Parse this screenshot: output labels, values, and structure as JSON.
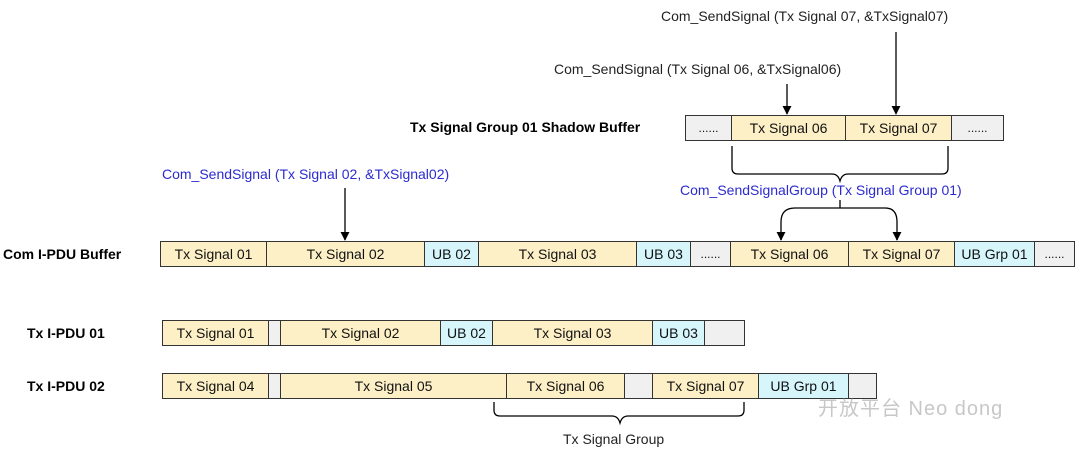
{
  "colors": {
    "signal_fill": "#fdf0c6",
    "ub_fill": "#d6f6fb",
    "filler_fill": "#f0f0f0",
    "api_text": "#2b2bd0",
    "line": "#000000"
  },
  "annotations": {
    "send_signal_07": "Com_SendSignal (Tx Signal 07, &TxSignal07)",
    "send_signal_06": "Com_SendSignal (Tx Signal 06, &TxSignal06)",
    "send_signal_02": "Com_SendSignal (Tx Signal 02, &TxSignal02)",
    "send_signal_group": "Com_SendSignalGroup (Tx Signal Group 01)",
    "tx_signal_group": "Tx Signal Group"
  },
  "rows": {
    "shadow": {
      "label": "Tx Signal Group 01 Shadow Buffer",
      "cells": [
        {
          "text": "......",
          "kind": "dots"
        },
        {
          "text": "Tx Signal 06",
          "kind": "sig"
        },
        {
          "text": "Tx Signal 07",
          "kind": "sig"
        },
        {
          "text": "......",
          "kind": "dots"
        }
      ]
    },
    "ipdu_buffer": {
      "label": "Com I-PDU Buffer",
      "cells": [
        {
          "text": "Tx Signal 01",
          "kind": "sig"
        },
        {
          "text": "Tx Signal 02",
          "kind": "sig"
        },
        {
          "text": "UB 02",
          "kind": "ub"
        },
        {
          "text": "Tx Signal 03",
          "kind": "sig"
        },
        {
          "text": "UB 03",
          "kind": "ub"
        },
        {
          "text": "......",
          "kind": "dots"
        },
        {
          "text": "Tx Signal 06",
          "kind": "sig"
        },
        {
          "text": "Tx Signal 07",
          "kind": "sig"
        },
        {
          "text": "UB Grp 01",
          "kind": "ub"
        },
        {
          "text": "......",
          "kind": "dots"
        }
      ]
    },
    "pdu01": {
      "label": "Tx I-PDU 01",
      "cells": [
        {
          "text": "Tx Signal 01",
          "kind": "sig"
        },
        {
          "text": "",
          "kind": "gap"
        },
        {
          "text": "Tx Signal 02",
          "kind": "sig"
        },
        {
          "text": "UB 02",
          "kind": "ub"
        },
        {
          "text": "Tx Signal 03",
          "kind": "sig"
        },
        {
          "text": "UB 03",
          "kind": "ub"
        },
        {
          "text": "",
          "kind": "gap"
        }
      ]
    },
    "pdu02": {
      "label": "Tx I-PDU 02",
      "cells": [
        {
          "text": "Tx Signal 04",
          "kind": "sig"
        },
        {
          "text": "",
          "kind": "gap"
        },
        {
          "text": "Tx Signal 05",
          "kind": "sig"
        },
        {
          "text": "Tx Signal 06",
          "kind": "sig"
        },
        {
          "text": "",
          "kind": "gap"
        },
        {
          "text": "Tx Signal 07",
          "kind": "sig"
        },
        {
          "text": "UB Grp 01",
          "kind": "ub"
        },
        {
          "text": "",
          "kind": "gap"
        }
      ]
    }
  },
  "watermark": {
    "text": "开放平台 Neo dong"
  }
}
